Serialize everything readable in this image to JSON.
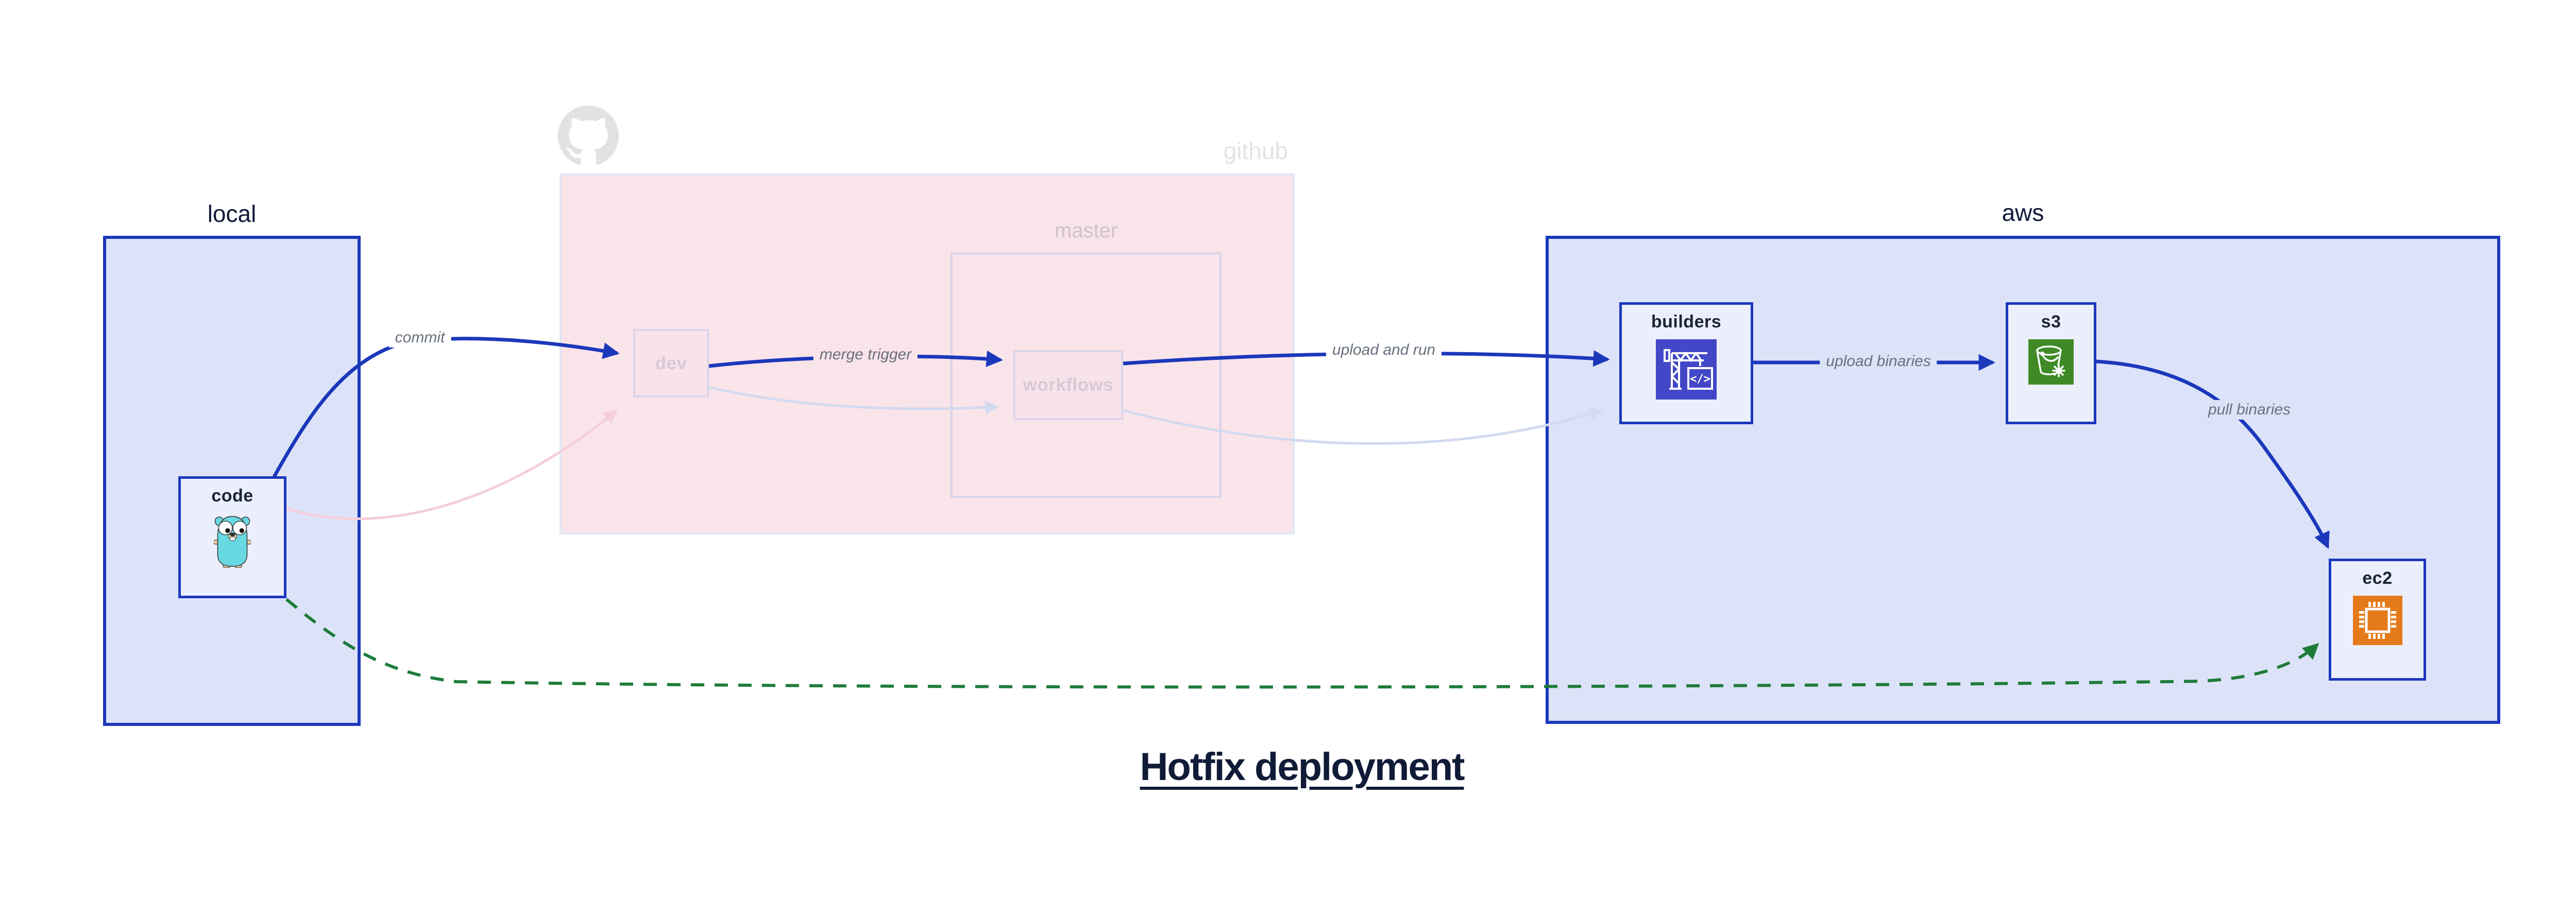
{
  "title": {
    "text": "Hotfix deployment"
  },
  "colors": {
    "accent_blue": "#1b38bb",
    "cluster_blue_fill": "#dce3f8",
    "node_fill": "#ebeffb",
    "github_pink_fill": "#f9e4e9",
    "github_border": "#dfe7f4",
    "faded_border": "#dcd5e9",
    "faded_text": "#d7cad6",
    "edge_label_gray": "#68707e",
    "green_dashed": "#1e7c3a",
    "faded_pink_edge": "#f4cfda",
    "faded_lavender_edge": "#d3d9f0",
    "codebuild_purple": "#4247c7",
    "s3_green": "#3f8a26",
    "ec2_orange": "#e57a1b",
    "octocat_gray": "#e2e2e4",
    "title_navy": "#101b38"
  },
  "clusters": {
    "local": {
      "label": "local"
    },
    "github": {
      "label": "github",
      "icon": "github-octocat-icon"
    },
    "master": {
      "label": "master"
    },
    "aws": {
      "label": "aws"
    }
  },
  "nodes": {
    "code": {
      "label": "code",
      "icon": "go-gopher-icon"
    },
    "dev": {
      "label": "dev"
    },
    "workflows": {
      "label": "workflows"
    },
    "builders": {
      "label": "builders",
      "icon": "codebuild-crane-icon"
    },
    "s3": {
      "label": "s3",
      "icon": "s3-glacier-bucket-icon"
    },
    "ec2": {
      "label": "ec2",
      "icon": "ec2-chip-icon"
    }
  },
  "edges": {
    "commit": {
      "label": "commit",
      "from": "code",
      "to": "dev",
      "style": "blue"
    },
    "merge_trigger": {
      "label": "merge trigger",
      "from": "dev",
      "to": "workflows",
      "style": "blue"
    },
    "upload_and_run": {
      "label": "upload and run",
      "from": "workflows",
      "to": "builders",
      "style": "blue"
    },
    "upload_binaries": {
      "label": "upload binaries",
      "from": "builders",
      "to": "s3",
      "style": "blue"
    },
    "pull_binaries": {
      "label": "pull binaries",
      "from": "s3",
      "to": "ec2",
      "style": "blue"
    },
    "code_to_dev_faded": {
      "label": "",
      "from": "code",
      "to": "dev",
      "style": "faded-pink"
    },
    "dev_to_workflows_faded": {
      "label": "",
      "from": "dev",
      "to": "workflows",
      "style": "faded-lavender"
    },
    "workflows_to_builders_faded": {
      "label": "",
      "from": "workflows",
      "to": "builders",
      "style": "faded-lavender"
    },
    "hotfix_direct": {
      "label": "",
      "from": "code",
      "to": "ec2",
      "style": "green-dashed"
    }
  }
}
